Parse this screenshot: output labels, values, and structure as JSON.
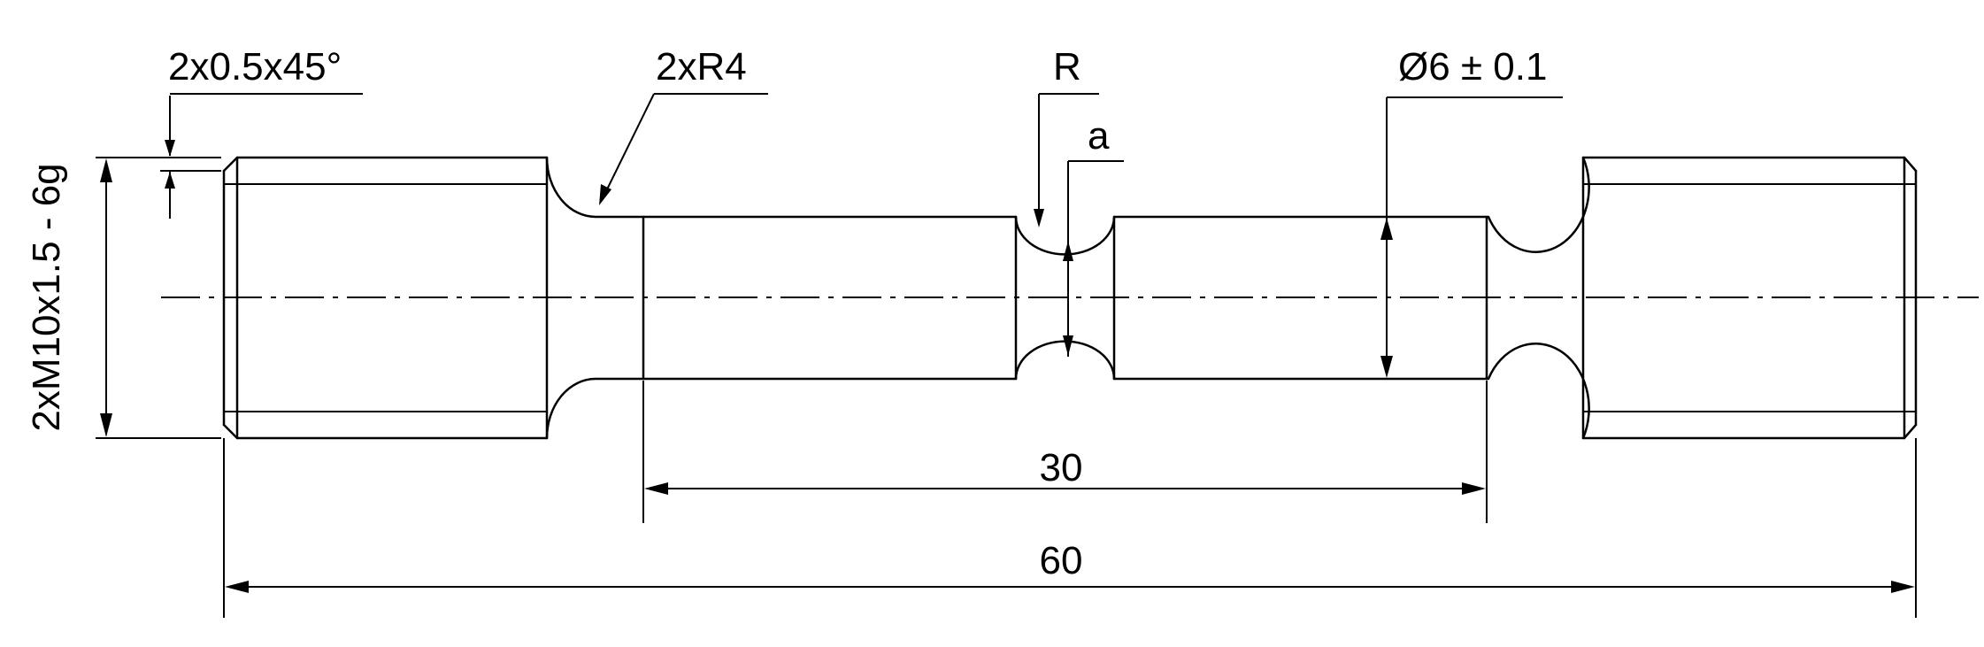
{
  "drawing": {
    "annotations": {
      "chamfer": "2x0.5x45°",
      "fillet": "2xR4",
      "notch_radius": "R",
      "notch_depth": "a",
      "diameter": "Ø6 ± 0.1",
      "thread": "2xM10x1.5 - 6g",
      "gauge_length": "30",
      "total_length": "60"
    }
  }
}
